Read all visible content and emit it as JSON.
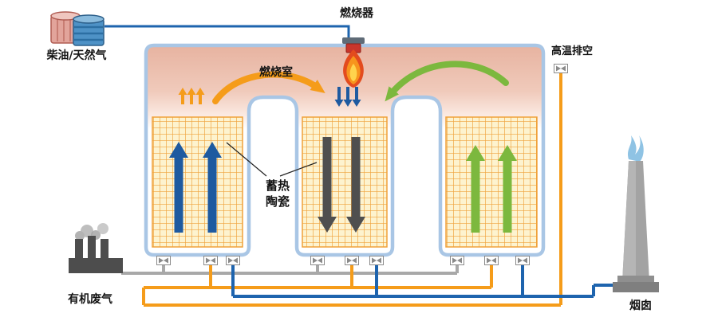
{
  "labels": {
    "fuel": "柴油/天然气",
    "burner": "燃烧器",
    "combustion_chamber": "燃烧室",
    "high_temp_vent": "高温排空",
    "ceramic_line1": "蓄热",
    "ceramic_line2": "陶瓷",
    "waste_gas": "有机废气",
    "stack": "烟囱"
  },
  "colors": {
    "orange": "#f59c1a",
    "blue": "#1e5aa0",
    "pipe_blue": "#1e64ae",
    "green": "#7cb83e",
    "dark_gray": "#4f4f4f",
    "pipe_gray": "#a8a8a8",
    "chamber_pink": "#eab9a7",
    "chamber_wall": "#a9c6e5",
    "ceramic_bg": "#fdf3cf",
    "ceramic_grid": "#f0a13a"
  }
}
